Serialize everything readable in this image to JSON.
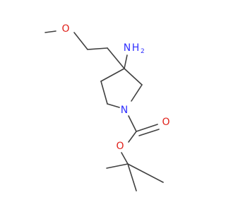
{
  "atoms": {
    "methoxy_o": {
      "label": "O",
      "color": "#e0201a"
    },
    "amine_n": {
      "label": "N",
      "color": "#3030ff"
    },
    "amine_h2": {
      "label": "H",
      "color": "#3030ff"
    },
    "ring_n": {
      "label": "N",
      "color": "#3030ff"
    },
    "carbonyl_o": {
      "label": "O",
      "color": "#e0201a"
    },
    "ester_o": {
      "label": "O",
      "color": "#e0201a"
    }
  },
  "colors": {
    "bond": "#404040",
    "oxygen": "#e0201a",
    "nitrogen": "#3030ff",
    "background": "#ffffff"
  }
}
